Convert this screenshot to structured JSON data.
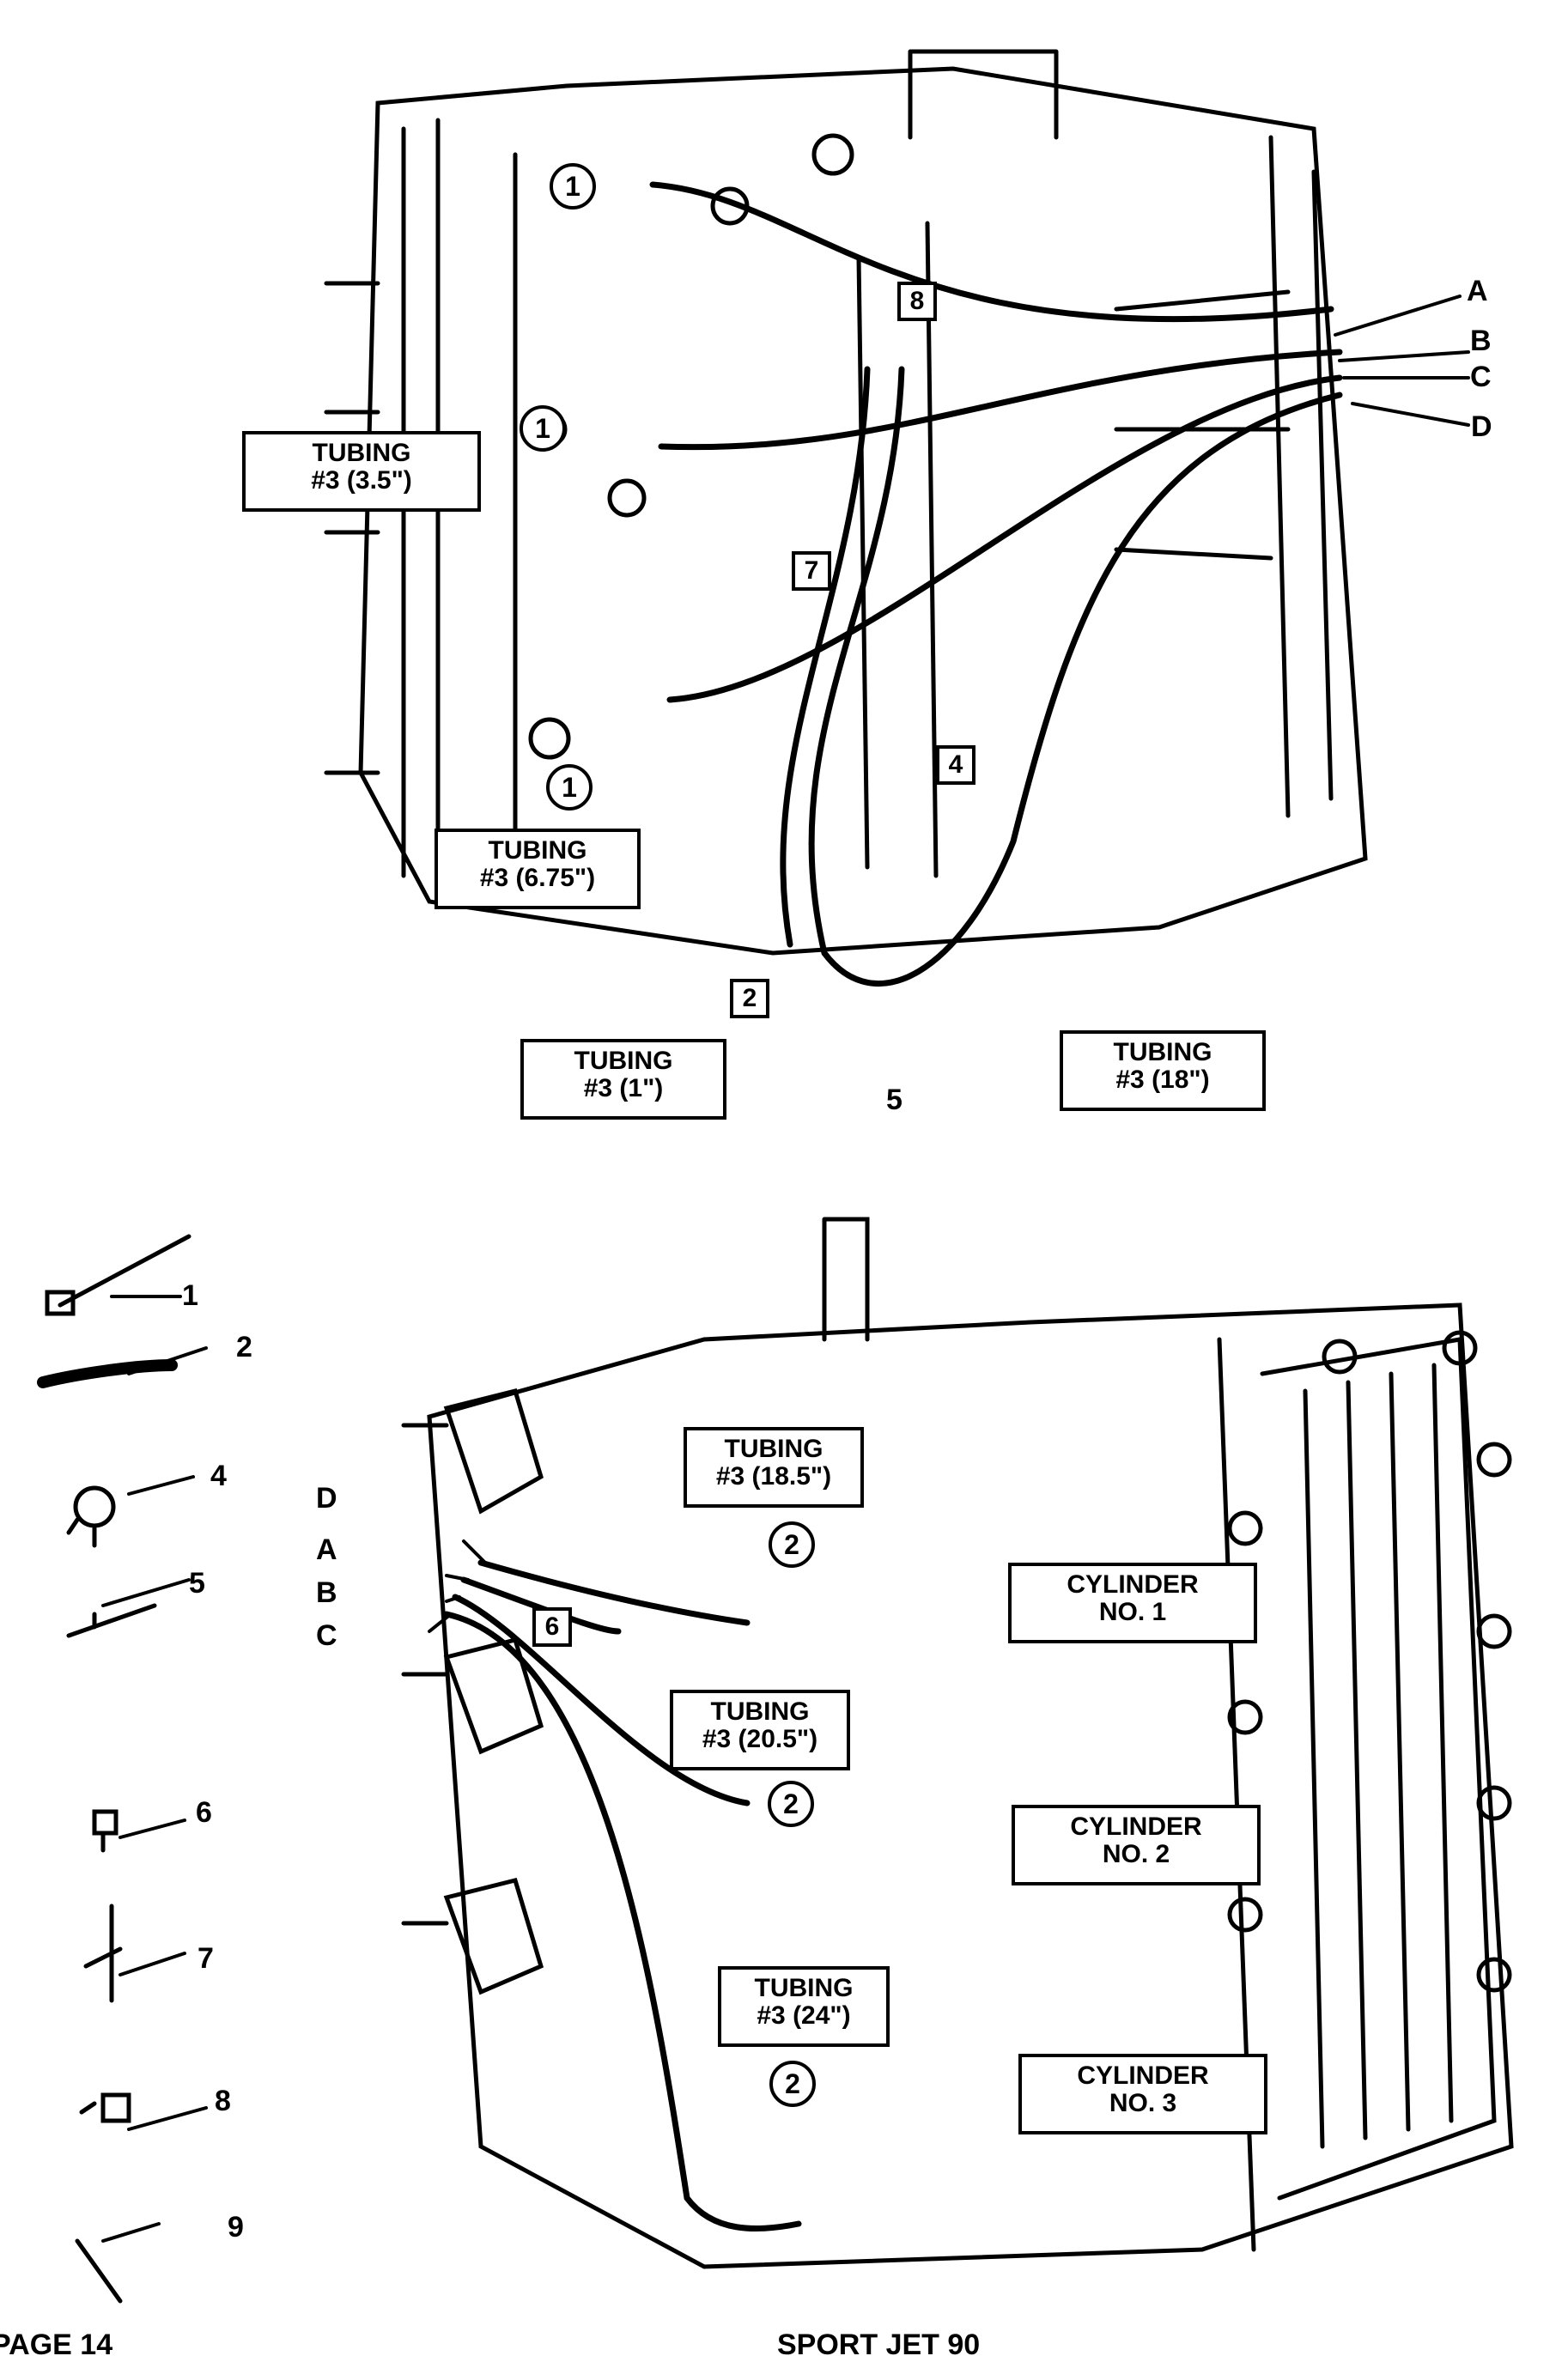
{
  "top_diagram": {
    "hose_letters": [
      "A",
      "B",
      "C",
      "D"
    ],
    "labels": [
      {
        "line1": "TUBING",
        "line2": "#3 (3.5\")"
      },
      {
        "line1": "TUBING",
        "line2": "#3 (6.75\")"
      },
      {
        "line1": "TUBING",
        "line2": "#3 (1\")"
      },
      {
        "line1": "TUBING",
        "line2": "#3 (18\")"
      }
    ],
    "callouts_circle": [
      "1",
      "1",
      "1"
    ],
    "callouts_square": [
      "8",
      "7",
      "4",
      "2"
    ],
    "callout_plain": "5"
  },
  "bottom_diagram": {
    "hose_letters": [
      "D",
      "A",
      "B",
      "C"
    ],
    "labels": [
      {
        "line1": "TUBING",
        "line2": "#3 (18.5\")"
      },
      {
        "line1": "TUBING",
        "line2": "#3 (20.5\")"
      },
      {
        "line1": "TUBING",
        "line2": "#3 (24\")"
      }
    ],
    "cylinders": [
      {
        "line1": "CYLINDER",
        "line2": "NO. 1"
      },
      {
        "line1": "CYLINDER",
        "line2": "NO. 2"
      },
      {
        "line1": "CYLINDER",
        "line2": "NO. 3"
      }
    ],
    "callouts_circle": [
      "2",
      "2",
      "2"
    ],
    "callout_square": "6"
  },
  "parts_legend": [
    {
      "number": "1",
      "icon": "elbow-fitting-with-tube-icon"
    },
    {
      "number": "2",
      "icon": "check-valve-icon"
    },
    {
      "number": "4",
      "icon": "elbow-fitting-icon"
    },
    {
      "number": "5",
      "icon": "tee-fitting-icon"
    },
    {
      "number": "6",
      "icon": "elbow-nipple-icon"
    },
    {
      "number": "7",
      "icon": "tee-check-fitting-icon"
    },
    {
      "number": "8",
      "icon": "elbow-barb-icon"
    },
    {
      "number": "9",
      "icon": "cable-tie-icon"
    }
  ],
  "footer": {
    "left": "PAGE 14",
    "center": "SPORT JET 90"
  }
}
